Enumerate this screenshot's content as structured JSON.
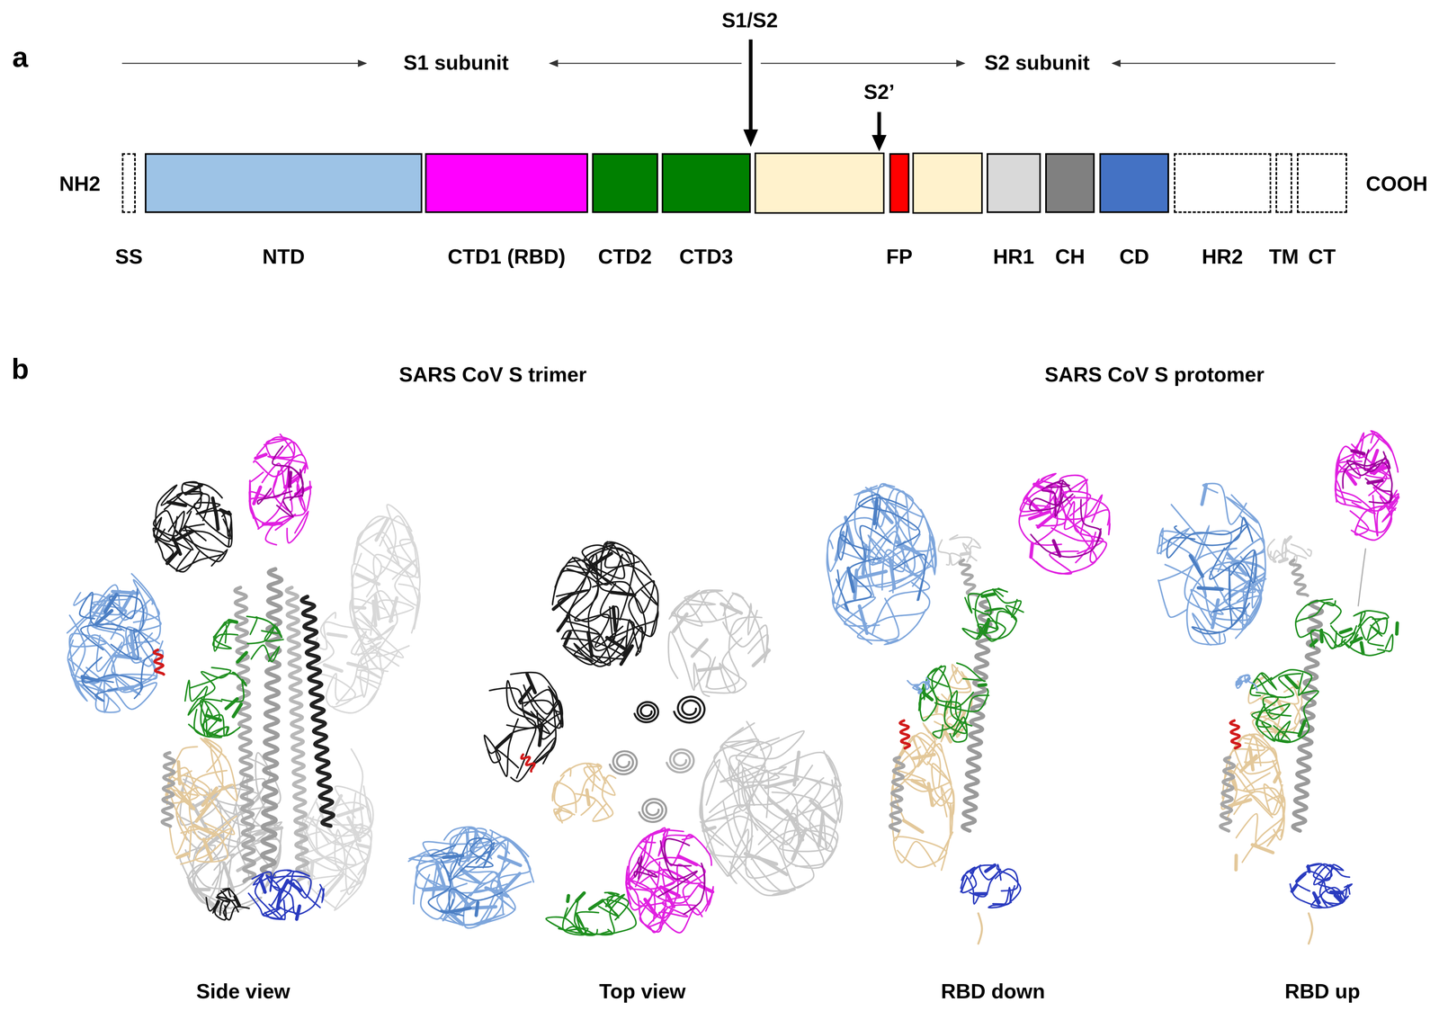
{
  "diagram": {
    "nodes": [
      {
        "text": [
          "SS"
        ]
      },
      {
        "text": [
          "NTD"
        ]
      },
      {
        "text": [
          "CTD1 (RBD)"
        ]
      },
      {
        "text": [
          "CTD2"
        ]
      },
      {
        "text": [
          "CTD3"
        ]
      },
      {
        "text": [
          "FP"
        ]
      },
      {
        "text": [
          "HR1"
        ]
      },
      {
        "text": [
          "CH"
        ]
      },
      {
        "text": [
          "CD"
        ]
      },
      {
        "text": [
          "HR2"
        ]
      },
      {
        "text": [
          "TM"
        ]
      },
      {
        "text": [
          "CT"
        ]
      }
    ],
    "labels": [
      "a",
      "S1/S2",
      "S1 subunit",
      "S2 subunit",
      "S2’",
      "NH2",
      "COOH",
      "b",
      "SARS CoV S trimer",
      "SARS CoV S protomer",
      "Side view",
      "Top view",
      "RBD down",
      "RBD up"
    ]
  }
}
